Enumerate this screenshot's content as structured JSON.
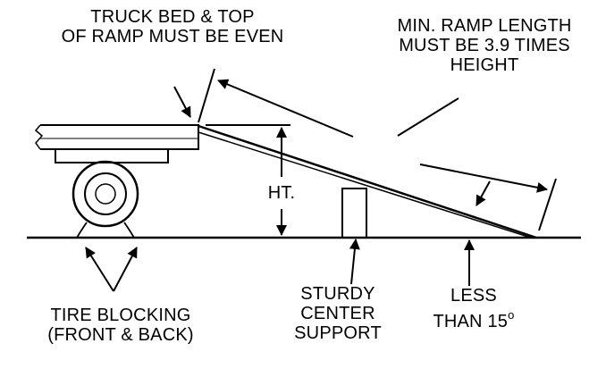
{
  "labels": {
    "truck_bed": [
      "TRUCK BED & TOP",
      "OF RAMP MUST BE EVEN"
    ],
    "ramp_length": [
      "MIN. RAMP  LENGTH",
      "MUST BE 3.9 TIMES",
      "HEIGHT"
    ],
    "height": "HT.",
    "tire_blocking": [
      "TIRE BLOCKING",
      "(FRONT & BACK)"
    ],
    "center_support": [
      "STURDY",
      "CENTER",
      "SUPPORT"
    ],
    "angle": [
      "LESS",
      "THAN 15"
    ],
    "degree_symbol": "o"
  },
  "colors": {
    "line": "#000000",
    "background": "#ffffff"
  }
}
